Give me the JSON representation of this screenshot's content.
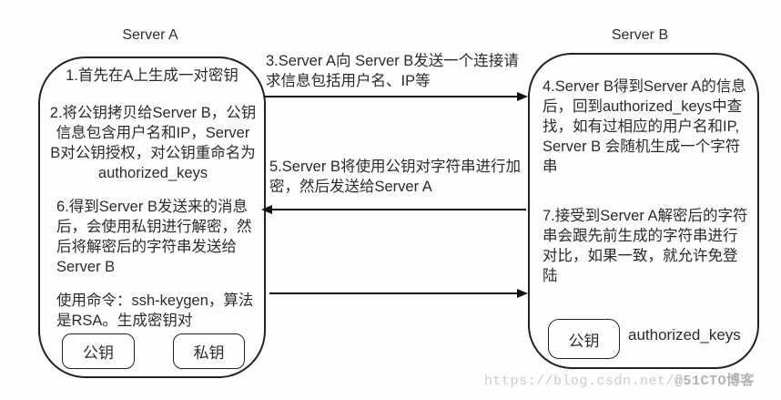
{
  "server_a": {
    "title": "Server A",
    "step1": "1.首先在A上生成一对密钥",
    "step2": "2.将公钥拷贝给Server B，公钥信息包含用户名和IP，Server B对公钥授权，对公钥重命名为authorized_keys",
    "step6": "6.得到Server B发送来的消息后，会使用私钥进行解密，然后将解密后的字符串发送给Server B",
    "command": "使用命令：ssh-keygen，算法是RSA。生成密钥对",
    "public_key_label": "公钥",
    "private_key_label": "私钥"
  },
  "server_b": {
    "title": "Server B",
    "step4": "4.Server B得到Server A的信息后，回到authorized_keys中查找，如有过相应的用户名和IP, Server B 会随机生成一个字符串",
    "step7": "7.接受到Server A解密后的字符串会跟先前生成的字符串进行对比，如果一致，就允许免登陆",
    "public_key_label": "公钥",
    "file_label": "authorized_keys"
  },
  "messages": {
    "step3": "3.Server A向 Server B发送一个连接请求信息包括用户名、IP等",
    "step5": "5.Server B将使用公钥对字符串进行加密，然后发送给Server A"
  },
  "watermark": {
    "url": "https://blog.csdn.net/",
    "badge": "@51CTO博客"
  },
  "colors": {
    "line": "#222222",
    "text": "#2b2b2b",
    "watermark": "#cccccc",
    "background": "#fefefe"
  }
}
